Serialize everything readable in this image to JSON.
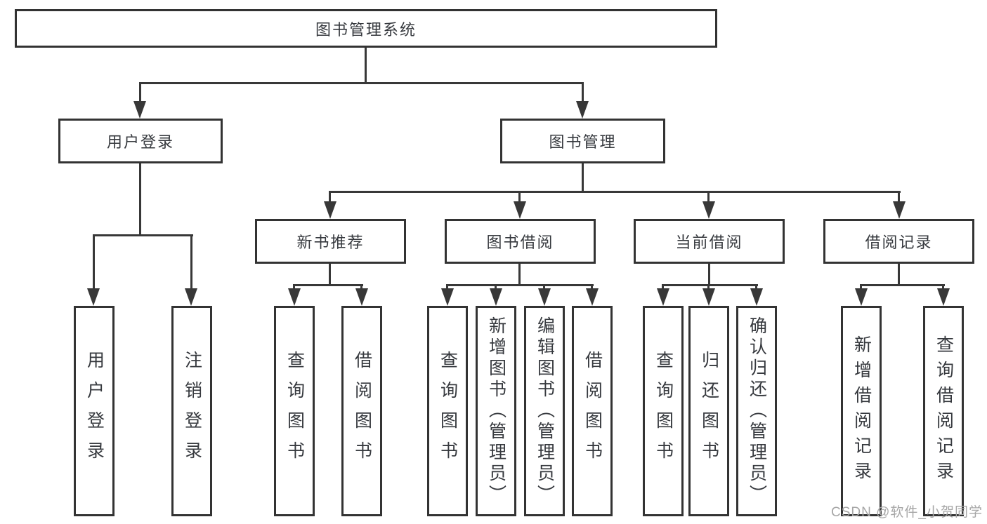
{
  "diagram": {
    "title": "图书管理系统",
    "branches": [
      {
        "label": "用户登录",
        "children": [
          {
            "label": "用户登录"
          },
          {
            "label": "注销登录"
          }
        ]
      },
      {
        "label": "图书管理",
        "children": [
          {
            "label": "新书推荐",
            "children": [
              {
                "label": "查询图书"
              },
              {
                "label": "借阅图书"
              }
            ]
          },
          {
            "label": "图书借阅",
            "children": [
              {
                "label": "查询图书"
              },
              {
                "label": "新增图书（管理员）"
              },
              {
                "label": "编辑图书（管理员）"
              },
              {
                "label": "借阅图书"
              }
            ]
          },
          {
            "label": "当前借阅",
            "children": [
              {
                "label": "查询图书"
              },
              {
                "label": "归还图书"
              },
              {
                "label": "确认归还（管理员）"
              }
            ]
          },
          {
            "label": "借阅记录",
            "children": [
              {
                "label": "新增借阅记录"
              },
              {
                "label": "查询借阅记录"
              }
            ]
          }
        ]
      }
    ]
  },
  "watermark": {
    "text": "CSDN @软件_小贺同学"
  },
  "colors": {
    "line": "#383838",
    "border": "#333333",
    "text": "#36393e",
    "bg": "#ffffff",
    "watermark": "#a6a6a6"
  }
}
